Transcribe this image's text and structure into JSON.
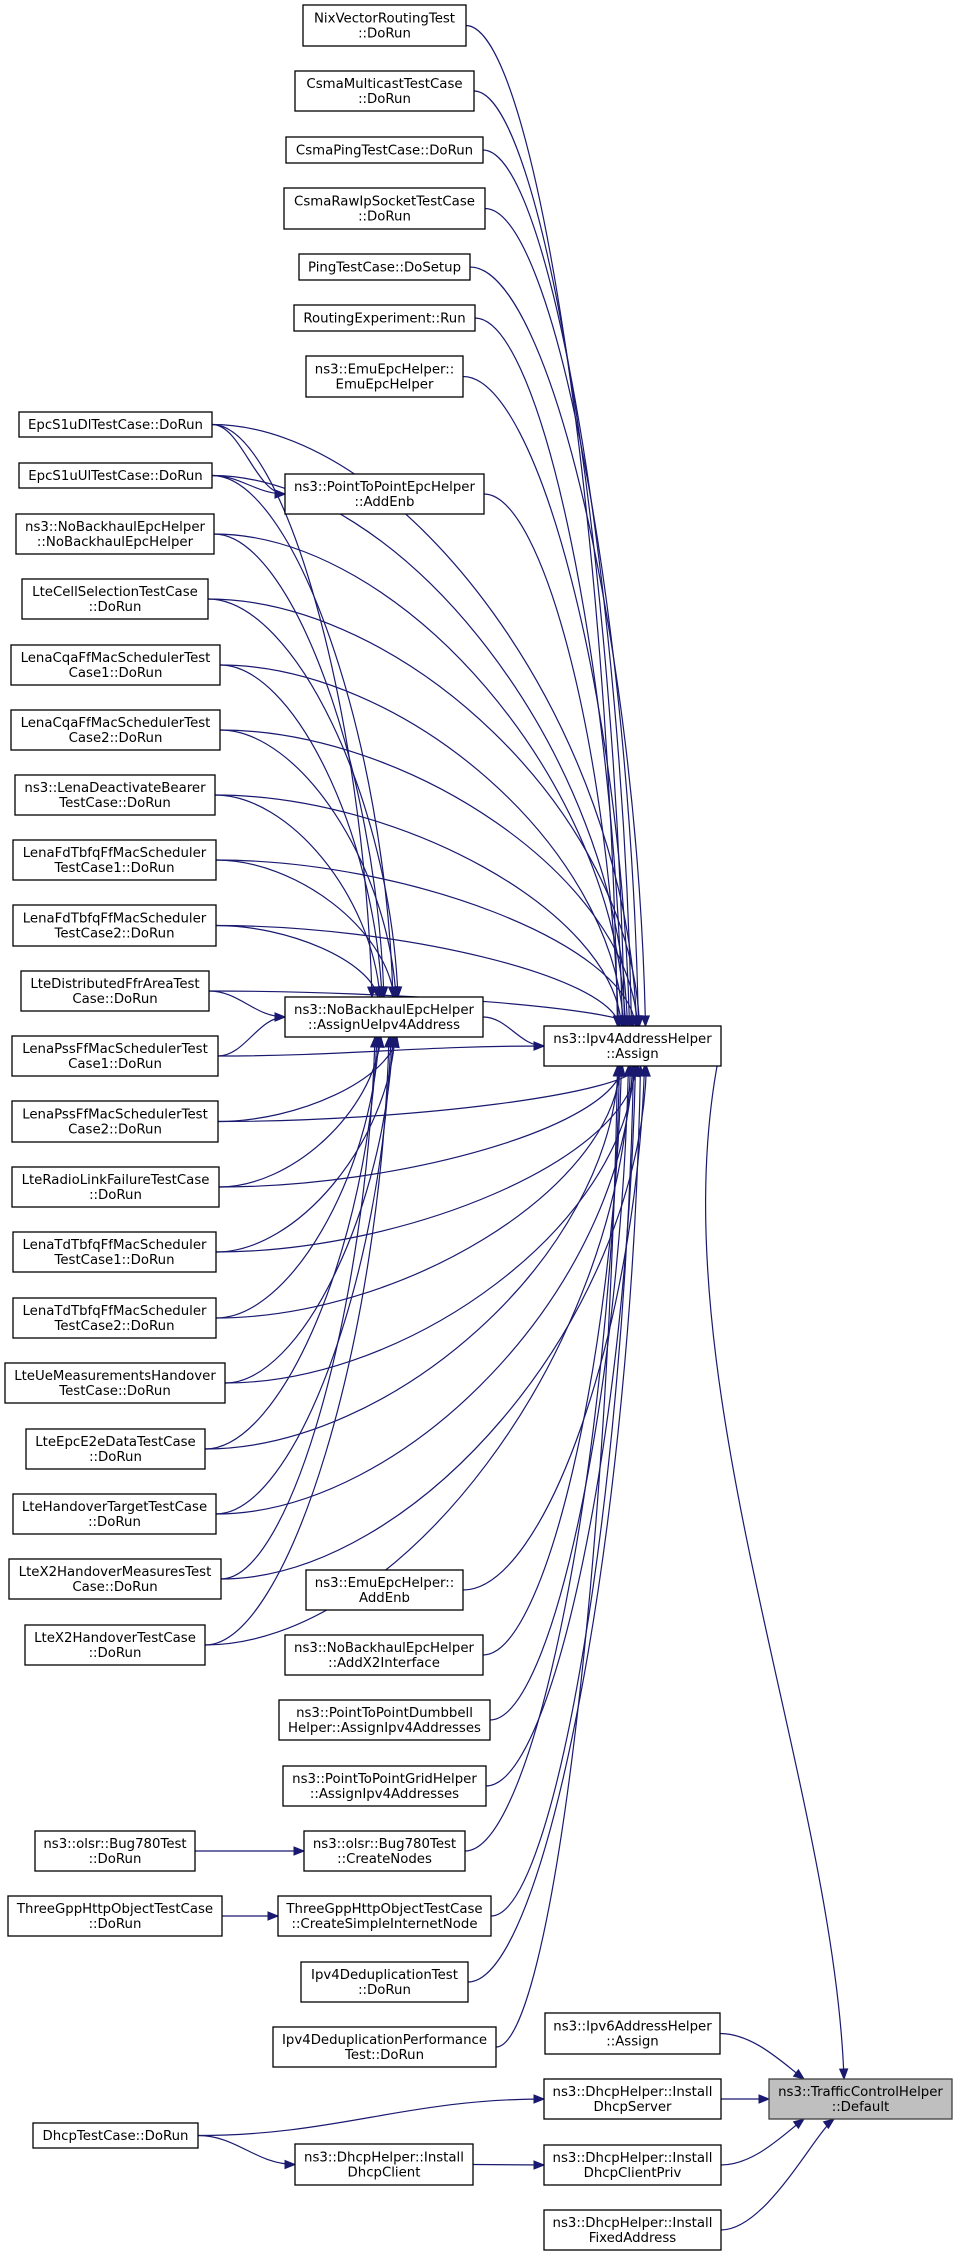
{
  "diagram": {
    "type": "call-graph",
    "title": "ns3::TrafficControlHelper::Default caller graph",
    "focus_node": "n_tch",
    "colors": {
      "edge": "#191970",
      "focus_fill": "#bfbfbf",
      "node_fill": "#ffffff",
      "node_border": "#000000"
    },
    "nodes": [
      {
        "id": "n_nix",
        "lines": [
          "NixVectorRoutingTest",
          "::DoRun"
        ]
      },
      {
        "id": "n_csmamc",
        "lines": [
          "CsmaMulticastTestCase",
          "::DoRun"
        ]
      },
      {
        "id": "n_csmaping",
        "lines": [
          "CsmaPingTestCase::DoRun"
        ]
      },
      {
        "id": "n_csmaraw",
        "lines": [
          "CsmaRawIpSocketTestCase",
          "::DoRun"
        ]
      },
      {
        "id": "n_ping",
        "lines": [
          "PingTestCase::DoSetup"
        ]
      },
      {
        "id": "n_routing",
        "lines": [
          "RoutingExperiment::Run"
        ]
      },
      {
        "id": "n_emuctor",
        "lines": [
          "ns3::EmuEpcHelper::",
          "EmuEpcHelper"
        ]
      },
      {
        "id": "n_s1udl",
        "lines": [
          "EpcS1uDlTestCase::DoRun"
        ]
      },
      {
        "id": "n_s1uul",
        "lines": [
          "EpcS1uUlTestCase::DoRun"
        ]
      },
      {
        "id": "n_p2pepc",
        "lines": [
          "ns3::PointToPointEpcHelper",
          "::AddEnb"
        ]
      },
      {
        "id": "n_nbctor",
        "lines": [
          "ns3::NoBackhaulEpcHelper",
          "::NoBackhaulEpcHelper"
        ]
      },
      {
        "id": "n_cellsel",
        "lines": [
          "LteCellSelectionTestCase",
          "::DoRun"
        ]
      },
      {
        "id": "n_cqa1",
        "lines": [
          "LenaCqaFfMacSchedulerTest",
          "Case1::DoRun"
        ]
      },
      {
        "id": "n_cqa2",
        "lines": [
          "LenaCqaFfMacSchedulerTest",
          "Case2::DoRun"
        ]
      },
      {
        "id": "n_deact",
        "lines": [
          "ns3::LenaDeactivateBearer",
          "TestCase::DoRun"
        ]
      },
      {
        "id": "n_fd1",
        "lines": [
          "LenaFdTbfqFfMacScheduler",
          "TestCase1::DoRun"
        ]
      },
      {
        "id": "n_fd2",
        "lines": [
          "LenaFdTbfqFfMacScheduler",
          "TestCase2::DoRun"
        ]
      },
      {
        "id": "n_ffr",
        "lines": [
          "LteDistributedFfrAreaTest",
          "Case::DoRun"
        ]
      },
      {
        "id": "n_assignue",
        "lines": [
          "ns3::NoBackhaulEpcHelper",
          "::AssignUeIpv4Address"
        ]
      },
      {
        "id": "n_ipv4",
        "lines": [
          "ns3::Ipv4AddressHelper",
          "::Assign"
        ]
      },
      {
        "id": "n_pss1",
        "lines": [
          "LenaPssFfMacSchedulerTest",
          "Case1::DoRun"
        ]
      },
      {
        "id": "n_pss2",
        "lines": [
          "LenaPssFfMacSchedulerTest",
          "Case2::DoRun"
        ]
      },
      {
        "id": "n_rlf",
        "lines": [
          "LteRadioLinkFailureTestCase",
          "::DoRun"
        ]
      },
      {
        "id": "n_td1",
        "lines": [
          "LenaTdTbfqFfMacScheduler",
          "TestCase1::DoRun"
        ]
      },
      {
        "id": "n_td2",
        "lines": [
          "LenaTdTbfqFfMacScheduler",
          "TestCase2::DoRun"
        ]
      },
      {
        "id": "n_uemeas",
        "lines": [
          "LteUeMeasurementsHandover",
          "TestCase::DoRun"
        ]
      },
      {
        "id": "n_e2e",
        "lines": [
          "LteEpcE2eDataTestCase",
          "::DoRun"
        ]
      },
      {
        "id": "n_hotarget",
        "lines": [
          "LteHandoverTargetTestCase",
          "::DoRun"
        ]
      },
      {
        "id": "n_x2meas",
        "lines": [
          "LteX2HandoverMeasuresTest",
          "Case::DoRun"
        ]
      },
      {
        "id": "n_x2ho",
        "lines": [
          "LteX2HandoverTestCase",
          "::DoRun"
        ]
      },
      {
        "id": "n_emuaddenb",
        "lines": [
          "ns3::EmuEpcHelper::",
          "AddEnb"
        ]
      },
      {
        "id": "n_addx2",
        "lines": [
          "ns3::NoBackhaulEpcHelper",
          "::AddX2Interface"
        ]
      },
      {
        "id": "n_dumbbell",
        "lines": [
          "ns3::PointToPointDumbbell",
          "Helper::AssignIpv4Addresses"
        ]
      },
      {
        "id": "n_grid",
        "lines": [
          "ns3::PointToPointGridHelper",
          "::AssignIpv4Addresses"
        ]
      },
      {
        "id": "n_bugrun",
        "lines": [
          "ns3::olsr::Bug780Test",
          "::DoRun"
        ]
      },
      {
        "id": "n_bugcreate",
        "lines": [
          "ns3::olsr::Bug780Test",
          "::CreateNodes"
        ]
      },
      {
        "id": "n_3gpprun",
        "lines": [
          "ThreeGppHttpObjectTestCase",
          "::DoRun"
        ]
      },
      {
        "id": "n_3gppcreate",
        "lines": [
          "ThreeGppHttpObjectTestCase",
          "::CreateSimpleInternetNode"
        ]
      },
      {
        "id": "n_dedup",
        "lines": [
          "Ipv4DeduplicationTest",
          "::DoRun"
        ]
      },
      {
        "id": "n_dedupperf",
        "lines": [
          "Ipv4DeduplicationPerformance",
          "Test::DoRun"
        ]
      },
      {
        "id": "n_ipv6",
        "lines": [
          "ns3::Ipv6AddressHelper",
          "::Assign"
        ]
      },
      {
        "id": "n_dhcpserver",
        "lines": [
          "ns3::DhcpHelper::Install",
          "DhcpServer"
        ]
      },
      {
        "id": "n_tch",
        "lines": [
          "ns3::TrafficControlHelper",
          "::Default"
        ]
      },
      {
        "id": "n_dhcptest",
        "lines": [
          "DhcpTestCase::DoRun"
        ]
      },
      {
        "id": "n_dhcpclient",
        "lines": [
          "ns3::DhcpHelper::Install",
          "DhcpClient"
        ]
      },
      {
        "id": "n_dhcpclientpriv",
        "lines": [
          "ns3::DhcpHelper::Install",
          "DhcpClientPriv"
        ]
      },
      {
        "id": "n_fixed",
        "lines": [
          "ns3::DhcpHelper::Install",
          "FixedAddress"
        ]
      }
    ],
    "edges": [
      [
        "n_nix",
        "n_ipv4"
      ],
      [
        "n_csmamc",
        "n_ipv4"
      ],
      [
        "n_csmaping",
        "n_ipv4"
      ],
      [
        "n_csmaraw",
        "n_ipv4"
      ],
      [
        "n_ping",
        "n_ipv4"
      ],
      [
        "n_routing",
        "n_ipv4"
      ],
      [
        "n_emuctor",
        "n_ipv4"
      ],
      [
        "n_s1udl",
        "n_ipv4"
      ],
      [
        "n_s1udl",
        "n_p2pepc"
      ],
      [
        "n_s1udl",
        "n_assignue"
      ],
      [
        "n_s1uul",
        "n_ipv4"
      ],
      [
        "n_s1uul",
        "n_p2pepc"
      ],
      [
        "n_s1uul",
        "n_assignue"
      ],
      [
        "n_p2pepc",
        "n_ipv4"
      ],
      [
        "n_nbctor",
        "n_ipv4"
      ],
      [
        "n_nbctor",
        "n_assignue"
      ],
      [
        "n_cellsel",
        "n_ipv4"
      ],
      [
        "n_cellsel",
        "n_assignue"
      ],
      [
        "n_cqa1",
        "n_ipv4"
      ],
      [
        "n_cqa1",
        "n_assignue"
      ],
      [
        "n_cqa2",
        "n_ipv4"
      ],
      [
        "n_cqa2",
        "n_assignue"
      ],
      [
        "n_deact",
        "n_ipv4"
      ],
      [
        "n_deact",
        "n_assignue"
      ],
      [
        "n_fd1",
        "n_ipv4"
      ],
      [
        "n_fd1",
        "n_assignue"
      ],
      [
        "n_fd2",
        "n_ipv4"
      ],
      [
        "n_fd2",
        "n_assignue"
      ],
      [
        "n_ffr",
        "n_ipv4"
      ],
      [
        "n_ffr",
        "n_assignue"
      ],
      [
        "n_assignue",
        "n_ipv4"
      ],
      [
        "n_pss1",
        "n_ipv4"
      ],
      [
        "n_pss1",
        "n_assignue"
      ],
      [
        "n_pss2",
        "n_ipv4"
      ],
      [
        "n_pss2",
        "n_assignue"
      ],
      [
        "n_rlf",
        "n_ipv4"
      ],
      [
        "n_rlf",
        "n_assignue"
      ],
      [
        "n_td1",
        "n_ipv4"
      ],
      [
        "n_td1",
        "n_assignue"
      ],
      [
        "n_td2",
        "n_ipv4"
      ],
      [
        "n_td2",
        "n_assignue"
      ],
      [
        "n_uemeas",
        "n_ipv4"
      ],
      [
        "n_uemeas",
        "n_assignue"
      ],
      [
        "n_e2e",
        "n_ipv4"
      ],
      [
        "n_e2e",
        "n_assignue"
      ],
      [
        "n_hotarget",
        "n_ipv4"
      ],
      [
        "n_hotarget",
        "n_assignue"
      ],
      [
        "n_x2meas",
        "n_ipv4"
      ],
      [
        "n_x2meas",
        "n_assignue"
      ],
      [
        "n_x2ho",
        "n_ipv4"
      ],
      [
        "n_x2ho",
        "n_assignue"
      ],
      [
        "n_emuaddenb",
        "n_ipv4"
      ],
      [
        "n_addx2",
        "n_ipv4"
      ],
      [
        "n_dumbbell",
        "n_ipv4"
      ],
      [
        "n_grid",
        "n_ipv4"
      ],
      [
        "n_bugrun",
        "n_bugcreate"
      ],
      [
        "n_bugcreate",
        "n_ipv4"
      ],
      [
        "n_3gpprun",
        "n_3gppcreate"
      ],
      [
        "n_3gppcreate",
        "n_ipv4"
      ],
      [
        "n_dedup",
        "n_ipv4"
      ],
      [
        "n_dedupperf",
        "n_ipv4"
      ],
      [
        "n_ipv4",
        "n_tch"
      ],
      [
        "n_ipv6",
        "n_tch"
      ],
      [
        "n_dhcpserver",
        "n_tch"
      ],
      [
        "n_dhcpclientpriv",
        "n_tch"
      ],
      [
        "n_fixed",
        "n_tch"
      ],
      [
        "n_dhcptest",
        "n_dhcpserver"
      ],
      [
        "n_dhcptest",
        "n_dhcpclient"
      ],
      [
        "n_dhcpclient",
        "n_dhcpclientpriv"
      ]
    ]
  }
}
